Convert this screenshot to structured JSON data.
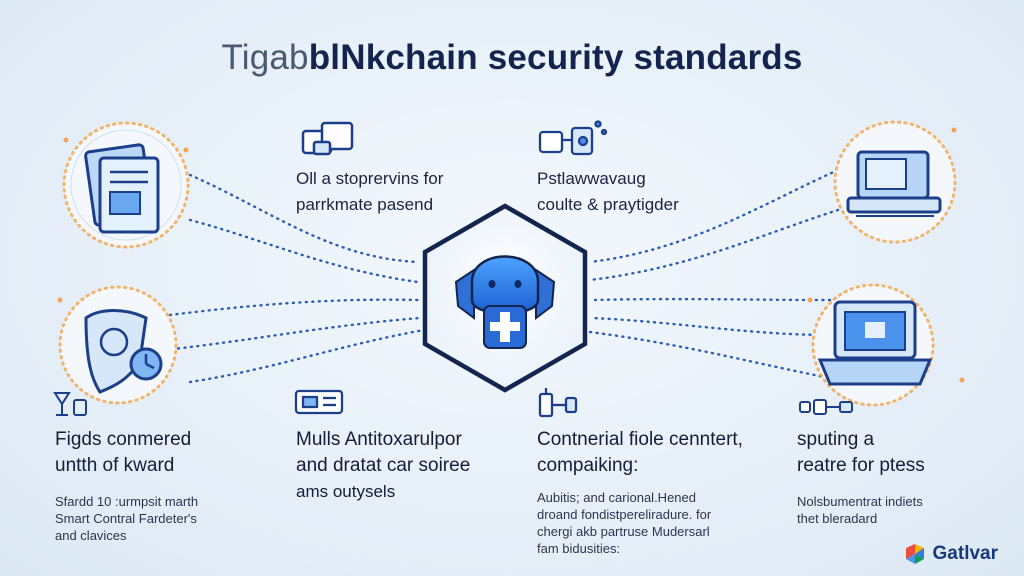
{
  "title": {
    "part1": "Tigab",
    "part2": "blNkchain security standards"
  },
  "top_labels": [
    {
      "line1": "Oll a stoprervins for",
      "line2": "parrkmate pasend"
    },
    {
      "line1": "Pstlawwavaug",
      "line2": "coulte & praytigder"
    }
  ],
  "bottom_sections": [
    {
      "heading1": "Figds conmered",
      "heading2": "untth of kward",
      "desc": [
        "Sfardd 10 :urmpsit marth",
        "Smart Contral Fardeter's",
        "and clavices"
      ]
    },
    {
      "heading1": "Mulls Antitoxarulpor",
      "heading2": "and dratat car soiree",
      "heading3": "ams outysels",
      "desc": []
    },
    {
      "heading1": "Contnerial fiole cenntert,",
      "heading2": "compaiking:",
      "desc": [
        "Aubitis; and carional.Hened",
        "droand fondistpereliradure. for",
        "chergi akb partruse Mudersarl",
        "fam bidusities:"
      ]
    },
    {
      "heading1": "sputing a",
      "heading2": "reatre for ptess",
      "desc": [
        "Nolsbumentrat indiets",
        "thet bleradard"
      ]
    }
  ],
  "brand": {
    "name": "Gatlvar"
  },
  "colors": {
    "accent": "#2f7de0",
    "dark": "#13254f",
    "dot": "#2a5bb8",
    "glow": "#f2a65a"
  }
}
